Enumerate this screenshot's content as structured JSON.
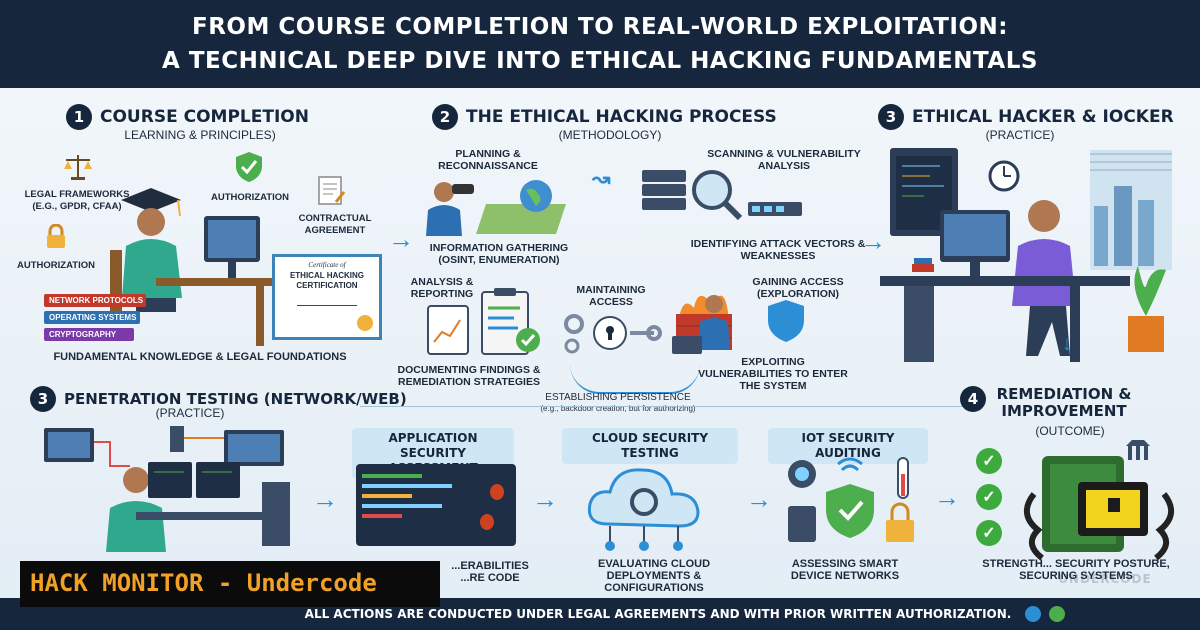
{
  "header": {
    "line1": "FROM COURSE COMPLETION TO REAL-WORLD EXPLOITATION:",
    "line2": "A TECHNICAL DEEP DIVE INTO ETHICAL HACKING FUNDAMENTALS"
  },
  "section1": {
    "num": "1",
    "title": "COURSE COMPLETION",
    "subtitle": "LEARNING & PRINCIPLES)",
    "legal": "LEGAL FRAMEWORKS (e.g., GPDR, CFAA)",
    "authorization_top": "AUTHORIZATION",
    "authorization_left": "AUTHORIZATION",
    "contract": "CONTRACTUAL AGREEMENT",
    "books": [
      "NETWORK PROTOCOLS",
      "OPERATING SYSTEMS",
      "CRYPTOGRAPHY"
    ],
    "cert_small": "Certificate of",
    "cert_title": "ETHICAL HACKING CERTIFICATION",
    "footer": "FUNDAMENTAL KNOWLEDGE & LEGAL FOUNDATIONS"
  },
  "section2": {
    "num": "2",
    "title": "THE ETHICAL HACKING PROCESS",
    "subtitle": "(METHODOLOGY)",
    "planning": "PLANNING & RECONNAISSANCE",
    "info": "INFORMATION GATHERING (OSINT, ENUMERATION)",
    "scanning": "SCANNING & VULNERABILITY ANALYSIS",
    "identifying": "IDENTIFYING ATTACK VECTORS & WEAKNESSES",
    "analysis": "ANALYSIS & REPORTING",
    "documenting": "DOCUMENTING FINDINGS & REMEDIATION STRATEGIES",
    "maintaining": "MAINTAINING ACCESS",
    "gaining": "GAINING ACCESS (EXPLORATION)",
    "exploiting": "EXPLOITING VULNERABILITIES TO ENTER THE SYSTEM",
    "persistence": "ESTABLISHING PERSISTENCE",
    "persistence_note": "(e.g., backdoor creation, but for authorizing)"
  },
  "section3": {
    "num": "3",
    "title": "ETHICAL HACKER & IOCKER",
    "subtitle": "(PRACTICE)"
  },
  "section3b": {
    "num": "3",
    "title": "PENETRATION TESTING (NETWORK/WEB)",
    "subtitle": "(PRACTICE)",
    "app_sec": "APPLICATION SECURITY ASSESSMENT",
    "app_caption": "...ERABILITIES ...RE CODE",
    "cloud": "CLOUD SECURITY TESTING",
    "cloud_caption": "EVALUATING CLOUD DEPLOYMENTS & CONFIGURATIONS",
    "iot": "IOT SECURITY AUDITING",
    "iot_caption": "ASSESSING SMART DEVICE NETWORKS"
  },
  "section4": {
    "num": "4",
    "title": "REMEDIATION & IMPROVEMENT",
    "subtitle": "(OUTCOME)",
    "caption": "STRENGTH... SECURITY POSTURE, SECURING SYSTEMS"
  },
  "footer": {
    "text": "ALL ACTIONS ARE CONDUCTED UNDER LEGAL AGREEMENTS AND WITH PRIOR WRITTEN AUTHORIZATION."
  },
  "banner": {
    "text": "HACK MONITOR - Undercode"
  },
  "watermark": "UNDERCODE",
  "colors": {
    "navy": "#16263c",
    "accent": "#2c8fd6",
    "banner_text": "#f2a126",
    "check": "#3caa3c"
  }
}
